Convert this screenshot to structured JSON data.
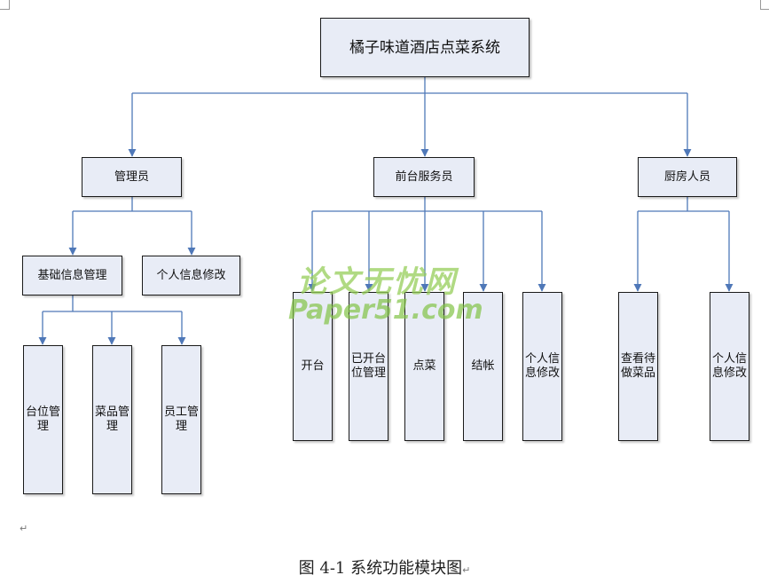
{
  "diagram": {
    "root": "橘子味道酒店点菜系统",
    "roles": {
      "admin": {
        "label": "管理员",
        "children": {
          "basic_info": {
            "label": "基础信息管理",
            "children": [
              "台位管\n理",
              "菜品管\n理",
              "员工管\n理"
            ]
          },
          "personal": {
            "label": "个人信息修改"
          }
        }
      },
      "front": {
        "label": "前台服务员",
        "children": [
          "开台",
          "已开台\n位管理",
          "点菜",
          "结帐",
          "个人信\n息修改"
        ]
      },
      "kitchen": {
        "label": "厨房人员",
        "children": [
          "查看待\n做菜品",
          "个人信\n息修改"
        ]
      }
    },
    "caption": "图 4-1  系统功能模块图",
    "watermark": {
      "line1": "论文无忧网",
      "line2": "Paper51.com"
    },
    "colors": {
      "box_fill": "#e8ecf6",
      "arrow": "#4f78b8",
      "border": "#1a1a1a"
    }
  }
}
